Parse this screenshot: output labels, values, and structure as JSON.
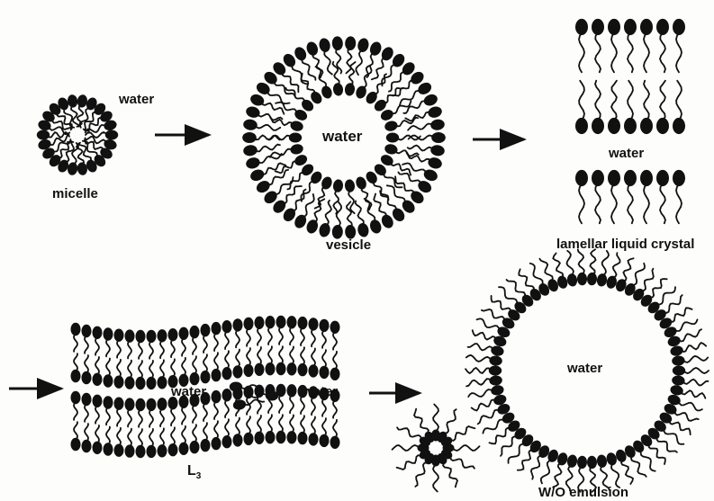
{
  "labels": {
    "micelle": "micelle",
    "water_top": "water",
    "vesicle": "vesicle",
    "water_vesicle": "water",
    "lamellar_water": "water",
    "lamellar": "lamellar liquid crystal",
    "l3_water_left": "water",
    "l3_water_right": "water",
    "l3_letter": "L",
    "l3_sub": "3",
    "emulsion_water": "water",
    "wo_emulsion": "W/O emulsion"
  },
  "colors": {
    "ink": "#111111",
    "background": "#fdfdfb"
  }
}
